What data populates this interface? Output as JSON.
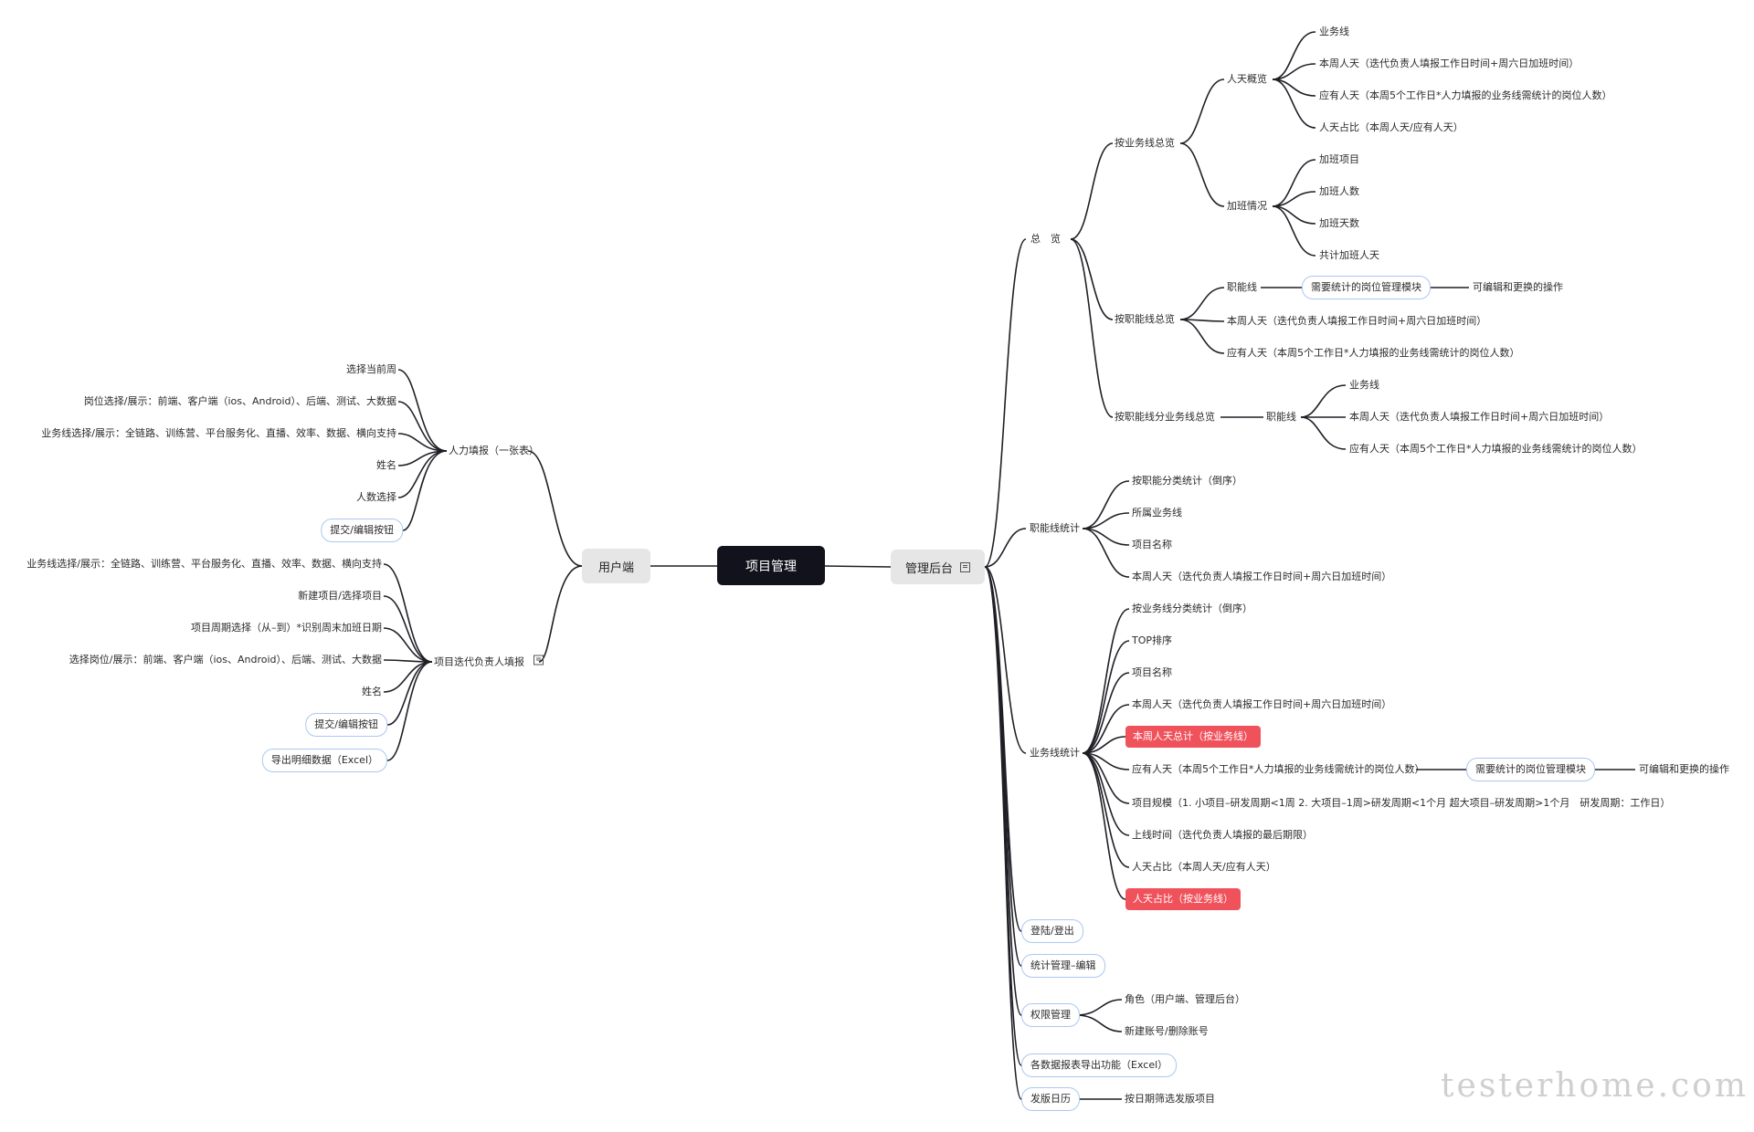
{
  "root": "项目管理",
  "user_side": {
    "label": "用户端",
    "manpower": {
      "label": "人力填报（一张表）",
      "items": [
        "选择当前周",
        "岗位选择/展示：前端、客户端（ios、Android）、后端、测试、大数据",
        "业务线选择/展示：全链路、训练营、平台服务化、直播、效率、数据、横向支持",
        "姓名",
        "人数选择",
        "提交/编辑按钮"
      ]
    },
    "iteration": {
      "label": "项目迭代负责人填报",
      "items": [
        "业务线选择/展示：全链路、训练营、平台服务化、直播、效率、数据、横向支持",
        "新建项目/选择项目",
        "项目周期选择（从–到）*识别周末加班日期",
        "选择岗位/展示：前端、客户端（ios、Android）、后端、测试、大数据",
        "姓名",
        "提交/编辑按钮",
        "导出明细数据（Excel）"
      ]
    }
  },
  "admin": {
    "label": "管理后台",
    "overview": {
      "label": "总　览",
      "by_business": {
        "label": "按业务线总览",
        "manday": {
          "label": "人天概览",
          "items": [
            "业务线",
            "本周人天（迭代负责人填报工作日时间+周六日加班时间）",
            "应有人天（本周5个工作日*人力填报的业务线需统计的岗位人数）",
            "人天占比（本周人天/应有人天）"
          ]
        },
        "overtime": {
          "label": "加班情况",
          "items": [
            "加班项目",
            "加班人数",
            "加班天数",
            "共计加班人天"
          ]
        }
      },
      "by_function": {
        "label": "按职能线总览",
        "function_line": "职能线",
        "module": "需要统计的岗位管理模块",
        "editable": "可编辑和更换的操作",
        "items": [
          "本周人天（迭代负责人填报工作日时间+周六日加班时间）",
          "应有人天（本周5个工作日*人力填报的业务线需统计的岗位人数）"
        ]
      },
      "by_function_business": {
        "label": "按职能线分业务线总览",
        "function_line": "职能线",
        "items": [
          "业务线",
          "本周人天（迭代负责人填报工作日时间+周六日加班时间）",
          "应有人天（本周5个工作日*人力填报的业务线需统计的岗位人数）"
        ]
      }
    },
    "function_stats": {
      "label": "职能线统计",
      "items": [
        "按职能分类统计（倒序）",
        "所属业务线",
        "项目名称",
        "本周人天（迭代负责人填报工作日时间+周六日加班时间）"
      ]
    },
    "business_stats": {
      "label": "业务线统计",
      "items": [
        "按业务线分类统计（倒序）",
        "TOP排序",
        "项目名称",
        "本周人天（迭代负责人填报工作日时间+周六日加班时间）",
        "本周人天总计（按业务线）",
        "应有人天（本周5个工作日*人力填报的业务线需统计的岗位人数）",
        "项目规模（1. 小项目–研发周期<1周 2. 大项目–1周>研发周期<1个月 超大项目–研发周期>1个月　研发周期：工作日）",
        "上线时间（迭代负责人填报的最后期限）",
        "人天占比（本周人天/应有人天）",
        "人天占比（按业务线）"
      ],
      "module": "需要统计的岗位管理模块",
      "editable": "可编辑和更换的操作"
    },
    "login": "登陆/登出",
    "stats_manage": "统计管理–编辑",
    "permission": {
      "label": "权限管理",
      "items": [
        "角色（用户端、管理后台）",
        "新建账号/删除账号"
      ]
    },
    "export": "各数据报表导出功能（Excel）",
    "calendar": {
      "label": "发版日历",
      "item": "按日期筛选发版项目"
    }
  },
  "watermark": "testerhome.com",
  "colors": {
    "root": "#12121d",
    "highlight": "#f0525c",
    "pill_border": "#aac8f0",
    "branch": "#e6e6e6"
  }
}
